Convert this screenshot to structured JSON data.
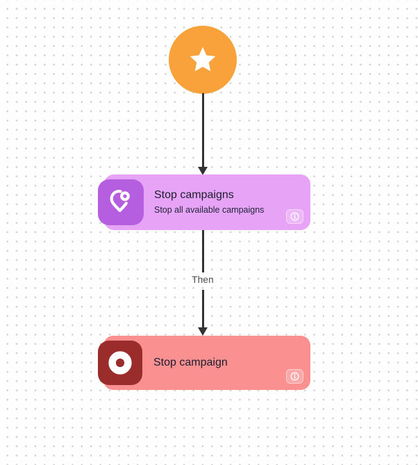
{
  "canvas": {
    "background_color": "#fefefe",
    "dot_color": "#cbcbcb"
  },
  "flow": {
    "trigger": {
      "icon": "star-icon",
      "color": "#F9A23B",
      "star_color": "#ffffff"
    },
    "node1": {
      "title": "Stop campaigns",
      "subtitle": "Stop all available campaigns",
      "card_color": "#E7A4F7",
      "icon": "location-pin-icon",
      "icon_bg_color": "#B55FE0",
      "info_icon": "info-icon"
    },
    "connector": {
      "label": "Then",
      "line_color": "#333333",
      "label_color": "#4d4d4d"
    },
    "node2": {
      "title": "Stop campaign",
      "card_color": "#FB9090",
      "icon": "stop-ring-icon",
      "icon_bg_color": "#9A2C2C",
      "info_icon": "info-icon"
    }
  }
}
